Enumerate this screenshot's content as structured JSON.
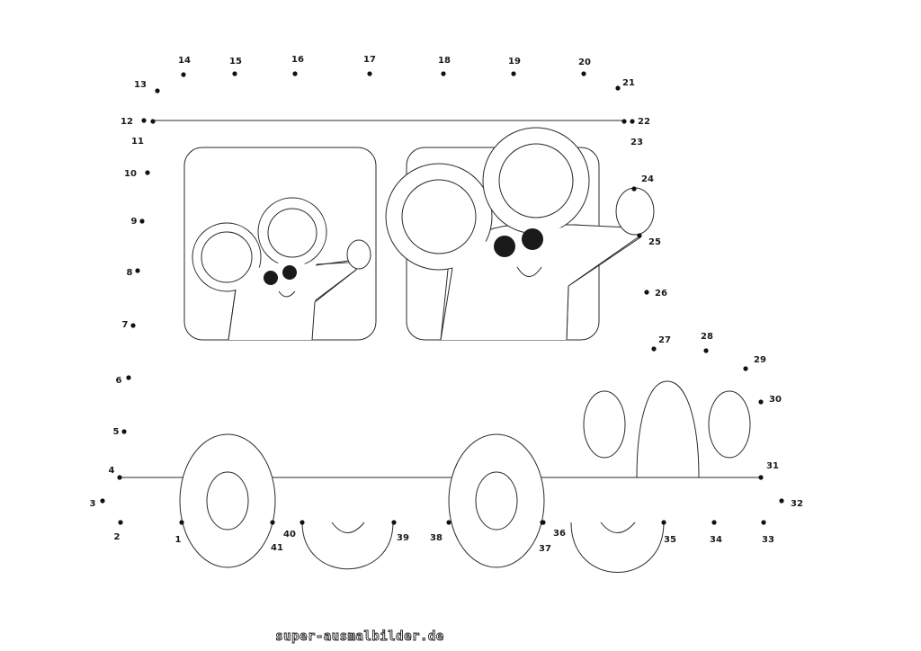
{
  "watermark": "super-ausmalbilder.de",
  "dots": [
    {
      "label": "1"
    },
    {
      "label": "2"
    },
    {
      "label": "3"
    },
    {
      "label": "4"
    },
    {
      "label": "5"
    },
    {
      "label": "6"
    },
    {
      "label": "7"
    },
    {
      "label": "8"
    },
    {
      "label": "9"
    },
    {
      "label": "10"
    },
    {
      "label": "11"
    },
    {
      "label": "12"
    },
    {
      "label": "13"
    },
    {
      "label": "14"
    },
    {
      "label": "15"
    },
    {
      "label": "16"
    },
    {
      "label": "17"
    },
    {
      "label": "18"
    },
    {
      "label": "19"
    },
    {
      "label": "20"
    },
    {
      "label": "21"
    },
    {
      "label": "22"
    },
    {
      "label": "23"
    },
    {
      "label": "24"
    },
    {
      "label": "25"
    },
    {
      "label": "26"
    },
    {
      "label": "27"
    },
    {
      "label": "28"
    },
    {
      "label": "29"
    },
    {
      "label": "30"
    },
    {
      "label": "31"
    },
    {
      "label": "32"
    },
    {
      "label": "33"
    },
    {
      "label": "34"
    },
    {
      "label": "35"
    },
    {
      "label": "36"
    },
    {
      "label": "37"
    },
    {
      "label": "38"
    },
    {
      "label": "39"
    },
    {
      "label": "40"
    },
    {
      "label": "41"
    }
  ]
}
